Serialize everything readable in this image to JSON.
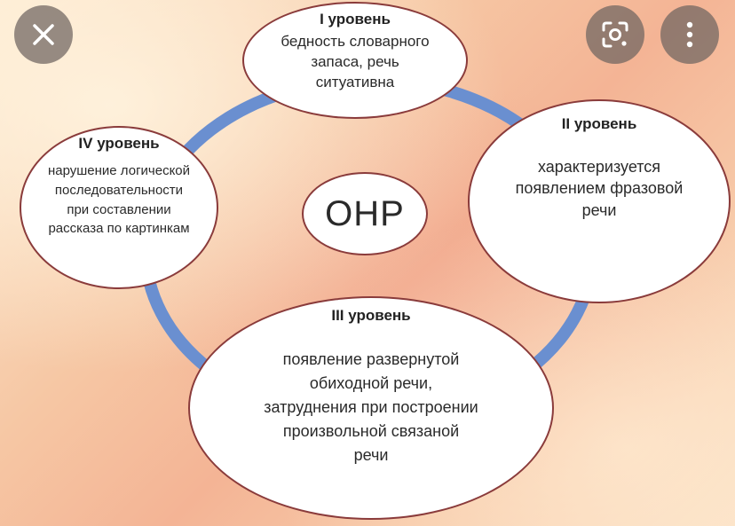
{
  "diagram": {
    "center": {
      "label": "ОНР"
    },
    "levels": [
      {
        "id": "level-1",
        "title": "I уровень",
        "lines": [
          "бедность словарного",
          "запаса, речь",
          "ситуативна"
        ]
      },
      {
        "id": "level-2",
        "title": "II уровень",
        "lines": [
          "характеризуется",
          "появлением фразовой",
          "речи"
        ]
      },
      {
        "id": "level-3",
        "title": "III уровень",
        "lines": [
          "появление развернутой",
          "обиходной речи,",
          "затруднения при построении",
          "произвольной связаной",
          "речи"
        ]
      },
      {
        "id": "level-4",
        "title": "IV уровень",
        "lines": [
          "нарушение логической",
          "последовательности",
          "при составлении",
          "рассказа по картинкам"
        ]
      }
    ],
    "ring_color": "#6a8fd0",
    "border_color": "#8a3b3b"
  },
  "overlay": {
    "close_icon": "close-icon",
    "lens_icon": "lens-icon",
    "more_icon": "more-vertical-icon"
  }
}
